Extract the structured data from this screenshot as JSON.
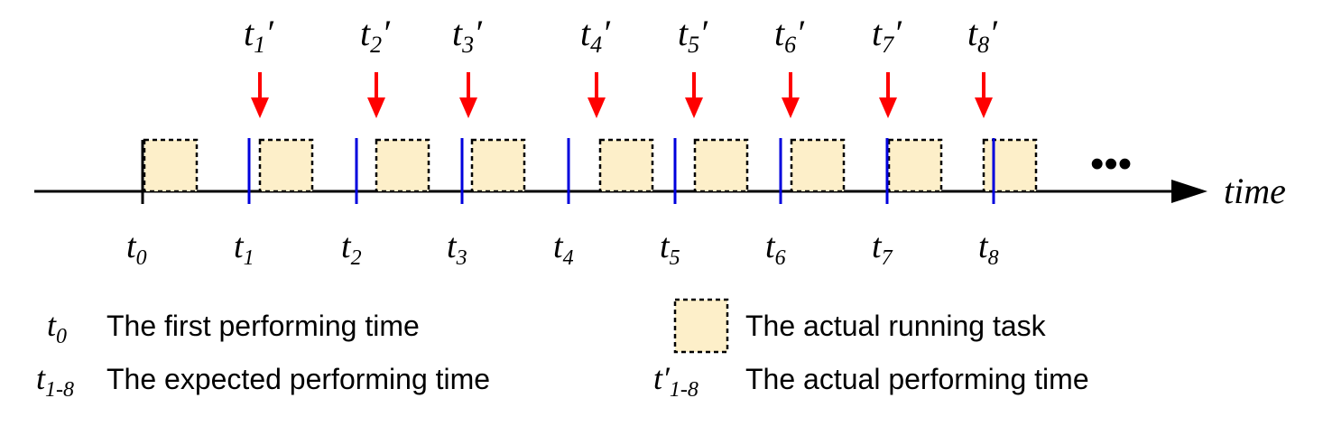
{
  "timeline": {
    "axis_label": "time",
    "ellipsis": "•••",
    "expected_ticks": [
      {
        "base": "t",
        "sub": "1"
      },
      {
        "base": "t",
        "sub": "2"
      },
      {
        "base": "t",
        "sub": "3"
      },
      {
        "base": "t",
        "sub": "4"
      },
      {
        "base": "t",
        "sub": "5"
      },
      {
        "base": "t",
        "sub": "6"
      },
      {
        "base": "t",
        "sub": "7"
      },
      {
        "base": "t",
        "sub": "8"
      }
    ],
    "start_tick": {
      "base": "t",
      "sub": "0"
    },
    "actual_markers": [
      {
        "base": "t",
        "sub": "1",
        "prime": "′"
      },
      {
        "base": "t",
        "sub": "2",
        "prime": "′"
      },
      {
        "base": "t",
        "sub": "3",
        "prime": "′"
      },
      {
        "base": "t",
        "sub": "4",
        "prime": "′"
      },
      {
        "base": "t",
        "sub": "5",
        "prime": "′"
      },
      {
        "base": "t",
        "sub": "6",
        "prime": "′"
      },
      {
        "base": "t",
        "sub": "7",
        "prime": "′"
      },
      {
        "base": "t",
        "sub": "8",
        "prime": "′"
      }
    ]
  },
  "legend": {
    "first_time": {
      "base": "t",
      "sub": "0",
      "text": "The first performing time"
    },
    "expected_time": {
      "base": "t",
      "sub": "1-8",
      "text": "The expected performing time"
    },
    "running_task": {
      "text": "The actual running task"
    },
    "actual_time": {
      "base": "t",
      "prime": "′",
      "sub": "1-8",
      "text": "The actual performing time"
    }
  },
  "colors": {
    "axis": "#000000",
    "expected_tick": "#0000dd",
    "actual_arrow": "#ff0000",
    "task_fill": "#fdefc9",
    "task_border": "#000000"
  }
}
